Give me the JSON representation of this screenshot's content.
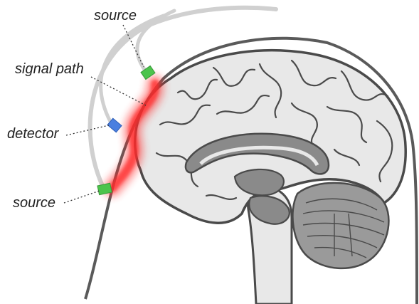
{
  "labels": {
    "source_top": "source",
    "signal_path": "signal path",
    "detector": "detector",
    "source_bottom": "source"
  },
  "colors": {
    "brain_fill": "#e8e8e8",
    "brain_stroke": "#4a4a4a",
    "head_outline": "#5a5a5a",
    "cable": "#d0d0d0",
    "source_marker": "#4cc44c",
    "detector_marker": "#4a7fe0",
    "signal_path": "#ff2b2b",
    "deep_structure": "#8a8a8a"
  }
}
